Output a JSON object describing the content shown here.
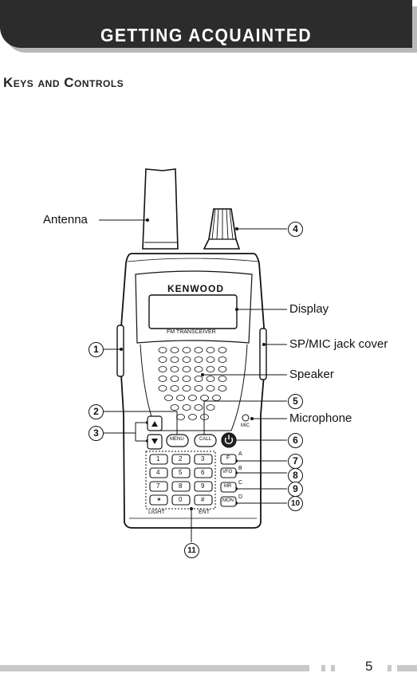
{
  "header": {
    "title": "GETTING ACQUAINTED"
  },
  "section": {
    "title": "Keys and Controls"
  },
  "device": {
    "brand": "KENWOOD",
    "model_text": "FM TRANSCEIVER",
    "keys": {
      "menu": "MENU",
      "call": "CALL",
      "f": "F",
      "vfo": "VFO",
      "mr": "MR",
      "mon": "MON",
      "keypad": [
        "1",
        "2",
        "3",
        "4",
        "5",
        "6",
        "7",
        "8",
        "9",
        "✶",
        "0",
        "#"
      ],
      "light": "LIGHT",
      "ent": "ENT",
      "mic": "MIC",
      "side_letters": [
        "A",
        "B",
        "C",
        "D"
      ]
    }
  },
  "labels": {
    "antenna": "Antenna",
    "display": "Display",
    "sp_mic_jack_cover": "SP/MIC jack cover",
    "speaker": "Speaker",
    "microphone": "Microphone"
  },
  "callouts": [
    "1",
    "2",
    "3",
    "4",
    "5",
    "6",
    "7",
    "8",
    "9",
    "10",
    "11"
  ],
  "footer": {
    "page_number": "5"
  }
}
